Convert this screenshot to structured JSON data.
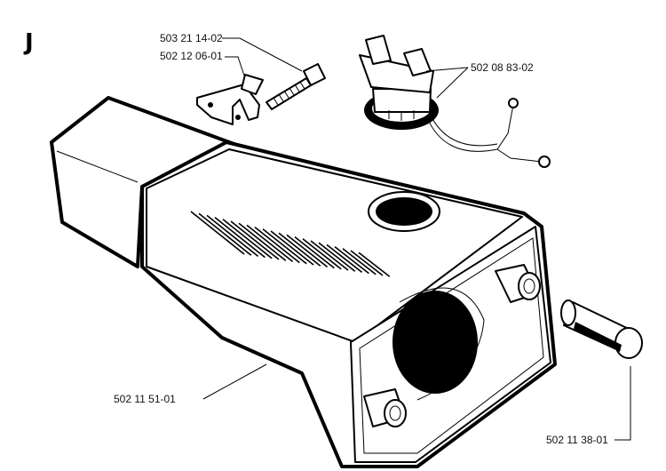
{
  "section_letter": "J",
  "parts": [
    {
      "id": "bolt",
      "number": "503 21 14-02"
    },
    {
      "id": "bracket",
      "number": "502 12 06-01"
    },
    {
      "id": "fuel-cap",
      "number": "502 08 83-02"
    },
    {
      "id": "tank",
      "number": "502 11 51-01"
    },
    {
      "id": "pin",
      "number": "502 11 38-01"
    }
  ],
  "colors": {
    "ink": "#000000",
    "paper": "#ffffff"
  }
}
